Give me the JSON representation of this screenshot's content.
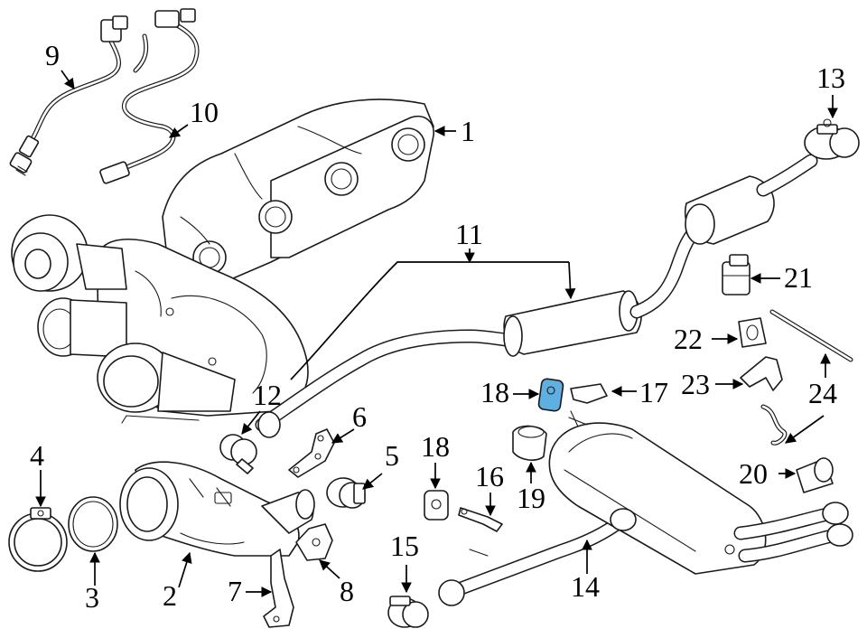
{
  "callouts": {
    "c1": "1",
    "c2": "2",
    "c3": "3",
    "c4": "4",
    "c5": "5",
    "c6": "6",
    "c7": "7",
    "c8": "8",
    "c9": "9",
    "c10": "10",
    "c11": "11",
    "c12": "12",
    "c13": "13",
    "c14": "14",
    "c15": "15",
    "c16": "16",
    "c17": "17",
    "c18a": "18",
    "c18b": "18",
    "c19": "19",
    "c20": "20",
    "c21": "21",
    "c22": "22",
    "c23": "23",
    "c24": "24"
  },
  "colors": {
    "highlight": "#5fb0e0",
    "line": "#1a1a1a",
    "background": "#ffffff"
  }
}
